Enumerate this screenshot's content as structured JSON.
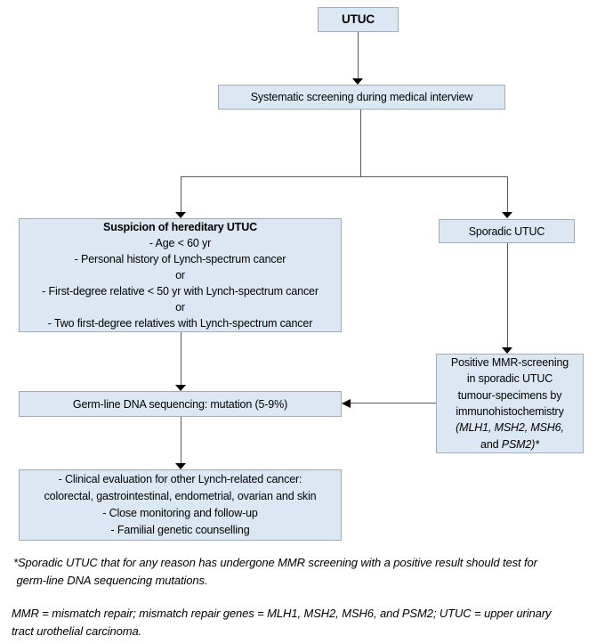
{
  "colors": {
    "box_fill": "#dbe8f3",
    "box_border": "#9fadbb",
    "connector": "#595959",
    "arrowhead": "#000000",
    "text": "#000000"
  },
  "nodes": {
    "utuc": {
      "label": "UTUC"
    },
    "screening": {
      "label": "Systematic screening during medical interview"
    },
    "suspicion": {
      "title": "Suspicion of hereditary UTUC",
      "lines": [
        "- Age < 60 yr",
        "- Personal history of Lynch-spectrum cancer",
        "or",
        "- First-degree relative < 50 yr with Lynch-spectrum cancer",
        "or",
        "- Two first-degree relatives with Lynch-spectrum cancer"
      ]
    },
    "sporadic": {
      "label": "Sporadic UTUC"
    },
    "mmr_screening": {
      "lines": [
        "Positive MMR-screening",
        "in sporadic UTUC",
        "tumour-specimens by",
        "immunohistochemistry",
        [
          {
            "t": "(MLH1, MSH2, MSH6,",
            "i": true
          }
        ],
        [
          {
            "t": "and ",
            "i": false
          },
          {
            "t": "PSM2)*",
            "i": true
          }
        ]
      ]
    },
    "germline": {
      "label": "Germ-line DNA sequencing: mutation (5-9%)"
    },
    "evaluation": {
      "lines": [
        "- Clinical evaluation for other Lynch-related cancer:",
        "colorectal, gastrointestinal, endometrial, ovarian and skin",
        "- Close monitoring and follow-up",
        "- Familial genetic counselling"
      ]
    }
  },
  "footnotes": {
    "asterisk_note": {
      "lines": [
        "*Sporadic UTUC that for any reason has undergone MMR screening with a positive result should test for",
        " germ-line DNA sequencing mutations."
      ]
    },
    "abbreviations_note": {
      "lines": [
        "MMR = mismatch repair; mismatch repair genes = MLH1, MSH2, MSH6, and PSM2; UTUC = upper urinary",
        "tract urothelial carcinoma."
      ]
    }
  }
}
